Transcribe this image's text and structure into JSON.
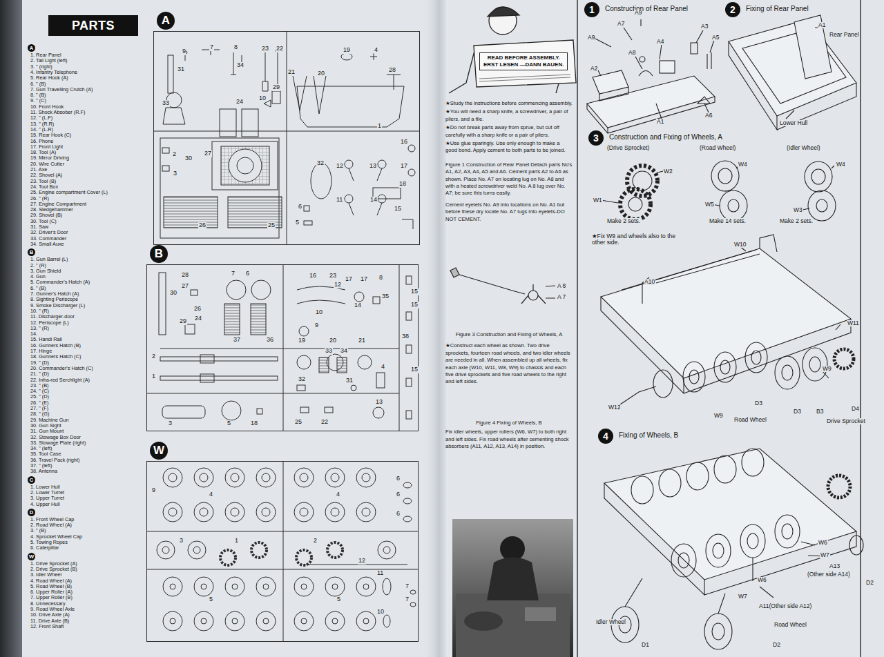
{
  "diagram": {
    "nodes": [
      {
        "text": [
          "PARTS"
        ]
      },
      {
        "text": [
          "A"
        ]
      },
      {
        "text": [
          "B"
        ]
      },
      {
        "text": [
          "C"
        ]
      },
      {
        "text": [
          "D"
        ]
      },
      {
        "text": [
          "W"
        ]
      },
      {
        "text": [
          "A"
        ]
      },
      {
        "text": [
          "B"
        ]
      },
      {
        "text": [
          "W"
        ]
      },
      {
        "text": [
          "READ BEFORE ASSEMBLY.",
          "ERST LESEN —DANN BAUEN."
        ]
      },
      {
        "text": [
          "1",
          "Construction of Rear Panel"
        ]
      },
      {
        "text": [
          "2",
          "Fixing of Rear Panel"
        ]
      },
      {
        "text": [
          "3",
          "Construction and Fixing of Wheels, A"
        ]
      },
      {
        "text": [
          "4",
          "Fixing of Wheels, B"
        ]
      }
    ],
    "labels": [
      "1. Rear Panel",
      "2. Tail Light (left)",
      "3. \" (right)",
      "4. Infantry Telephone",
      "5. Rear Hook (A)",
      "6. \" (B)",
      "7. Gun Travelling Crutch (A)",
      "8. \" (B)",
      "9. \" (C)",
      "10. Front Hook",
      "11. Shock Absober (R.F)",
      "12. \" (L.F)",
      "13. \" (R.R)",
      "14. \" (L.R)",
      "15. Rear Hook (C)",
      "16. Phone",
      "17. Front Light",
      "18. Tool (A)",
      "19. Mirror Driving",
      "20. Wire Cutter",
      "21. Axe",
      "22. Shovel (A)",
      "23. Tool (B)",
      "24. Tool Box",
      "25. Engine compartment Cover (L)",
      "26. \" (R)",
      "27. Engine Compartment",
      "28. Sledgehammer",
      "29. Shovel (B)",
      "30. Tool (C)",
      "31. Saw",
      "32. Driver's Door",
      "33. Commander",
      "34. Small Auxe",
      "1. Gun Barrel (L)",
      "2. \" (R)",
      "3. Gun Shield",
      "4. Gun",
      "5. Commander's Hatch (A)",
      "6. \" (B)",
      "7. Gunner's Hatch (A)",
      "8. Sighting Periscope",
      "9. Smoke Discharger (L)",
      "10. \" (R)",
      "11. Discharger-door",
      "12. Periscope (L)",
      "13. \" (R)",
      "14.",
      "15. Handi Rail",
      "16. Gunners Hatch (B)",
      "17. Hinge",
      "18. Gunners Hatch (C)",
      "19. \" (D)",
      "20. Commander's Hatch (C)",
      "21. \" (D)",
      "22. Infra-red Serchlight (A)",
      "23. \" (B)",
      "24. \" (C)",
      "25. \" (D)",
      "26. \" (E)",
      "27. \" (F)",
      "28. \" (G)",
      "29. Machine Gun",
      "30. Gun Sight",
      "31. Gun Mount",
      "32. Stowage Box Door",
      "33. Stowage Plate (right)",
      "34. \" (left)",
      "35. Tool Case",
      "36. Travel Pack (right)",
      "37. \" (left)",
      "38. Antenna",
      "1. Lower Hull",
      "2. Lower Turret",
      "3. Upper Turret",
      "4. Upper Hull",
      "1. Front Wheel Cap",
      "2. Road Wheel (A)",
      "3. \" (B)",
      "4. Sprocket Wheel Cap",
      "5. Towing Ropes",
      "6. Caterpillar",
      "1. Drive Sprocket (A)",
      "2. Drive Sprocket (B)",
      "3. Idler Wheel",
      "4. Road Wheel (A)",
      "5. Road Wheel (B)",
      "6. Upper Roller (A)",
      "7. Upper Roller (B)",
      "8. Unnecessary",
      "9. Road Wheel Axle",
      "10. Drive Axle (A)",
      "11. Drive Axle (B)",
      "12. Front Shaft",
      "9",
      "7",
      "8",
      "34",
      "23",
      "22",
      "19",
      "4",
      "31",
      "29",
      "21",
      "20",
      "28",
      "33",
      "24",
      "10",
      "1",
      "2",
      "30",
      "27",
      "3",
      "16",
      "12",
      "13",
      "17",
      "32",
      "18",
      "11",
      "14",
      "6",
      "5",
      "15",
      "26",
      "25",
      "28",
      "30",
      "27",
      "26",
      "24",
      "29",
      "7",
      "6",
      "16",
      "23",
      "12",
      "17",
      "17",
      "8",
      "10",
      "35",
      "15",
      "15",
      "9",
      "14",
      "37",
      "36",
      "19",
      "20",
      "21",
      "38",
      "15",
      "2",
      "1",
      "33",
      "34",
      "4",
      "32",
      "31",
      "13",
      "3",
      "5",
      "18",
      "25",
      "22",
      "9",
      "4",
      "4",
      "6",
      "6",
      "6",
      "3",
      "1",
      "2",
      "12",
      "5",
      "5",
      "11",
      "7",
      "7",
      "10",
      "★Study the instructions before commencing assembly.",
      "★You will need a sharp knife, a screwdriver, a pair of pliers, and a file.",
      "★Do not break parts away from sprue, but cut off carefully with a sharp knife or a pair of pliers.",
      "★Use glue sparingly. Use only enough to make a good bond. Apply cement to both parts to be joined.",
      "Figure 1 Construction of Rear Panel Detach parts No's A1, A2, A3, A4, A5 and A6. Cement parts A2 to A6 as shown. Place No. A7 on locating lug on No. A8 and with a heated screwdriver weld No. A 8 lug over No. A7; be sure this turns easily.",
      "Cement eyelets No. A9 into locations on No. A1 but before these dry locate No. A7 lugs into eyelets-DO NOT CEMENT.",
      "Figure 3 Construction and Fixing of Wheels, A",
      "★Construct each wheel as shown. Two drive sprockets, fourteen road wheels, and two idler wheels are needed in all. When assembled up all wheels, fix each axle (W10, W11, W8, W9) to chassis and each five drive sprockets and five road wheels to the right and left sides.",
      "Figure 4 Fixing of Wheels, B",
      "Fix idler wheels, upper rollers (W6, W7) to both right and left sides. Fix road wheels after cementing shock absorbers (A11, A12, A13, A14) in position.",
      "A 8",
      "A 7",
      "A9",
      "A7",
      "A9",
      "A8",
      "A4",
      "A2",
      "A3",
      "A5",
      "A6",
      "A1",
      "A1",
      "Rear Panel",
      "Lower Hull",
      "(Drive Sprocket)",
      "W2",
      "W1",
      "Make 2 sets.",
      "(Road Wheel)",
      "W4",
      "W5",
      "Make 14 sets.",
      "(Idler Wheel)",
      "W4",
      "W3",
      "Make 2 sets.",
      "★Fix W9 and wheels also to the other side.",
      "W10",
      "A10",
      "W11",
      "W9",
      "W12",
      "D3",
      "W9",
      "Road Wheel",
      "D3",
      "B3",
      "D4",
      "Drive Sprocket",
      "W6",
      "W7",
      "A13",
      "(Other side A14)",
      "W6",
      "W7",
      "D2",
      "A11(Other side A12)",
      "Idler Wheel",
      "D1",
      "Road Wheel",
      "D2"
    ]
  }
}
